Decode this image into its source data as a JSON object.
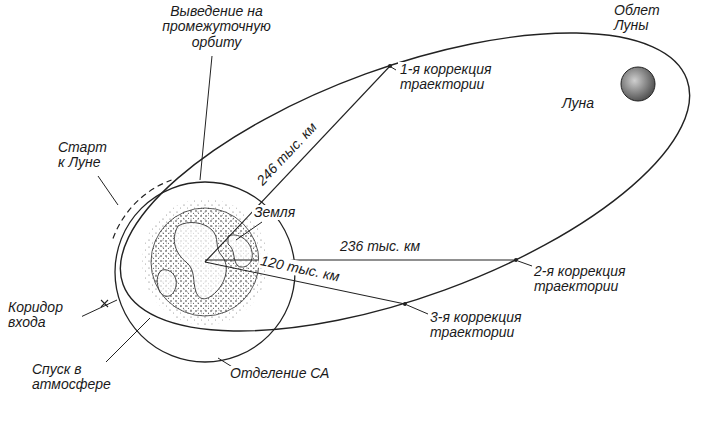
{
  "diagram": {
    "labels": [
      "Облет Луны",
      "Выведение на промежуточную орбиту",
      "1-я коррекция траектории",
      "Старт к Луне",
      "Луна",
      "246 тыс. км",
      "Земля",
      "236 тыс. км",
      "2-я коррекция траектории",
      "120 тыс. км",
      "3-я коррекция траектории",
      "Коридор входа",
      "Спуск в атмосфере",
      "Отделение СА"
    ]
  }
}
